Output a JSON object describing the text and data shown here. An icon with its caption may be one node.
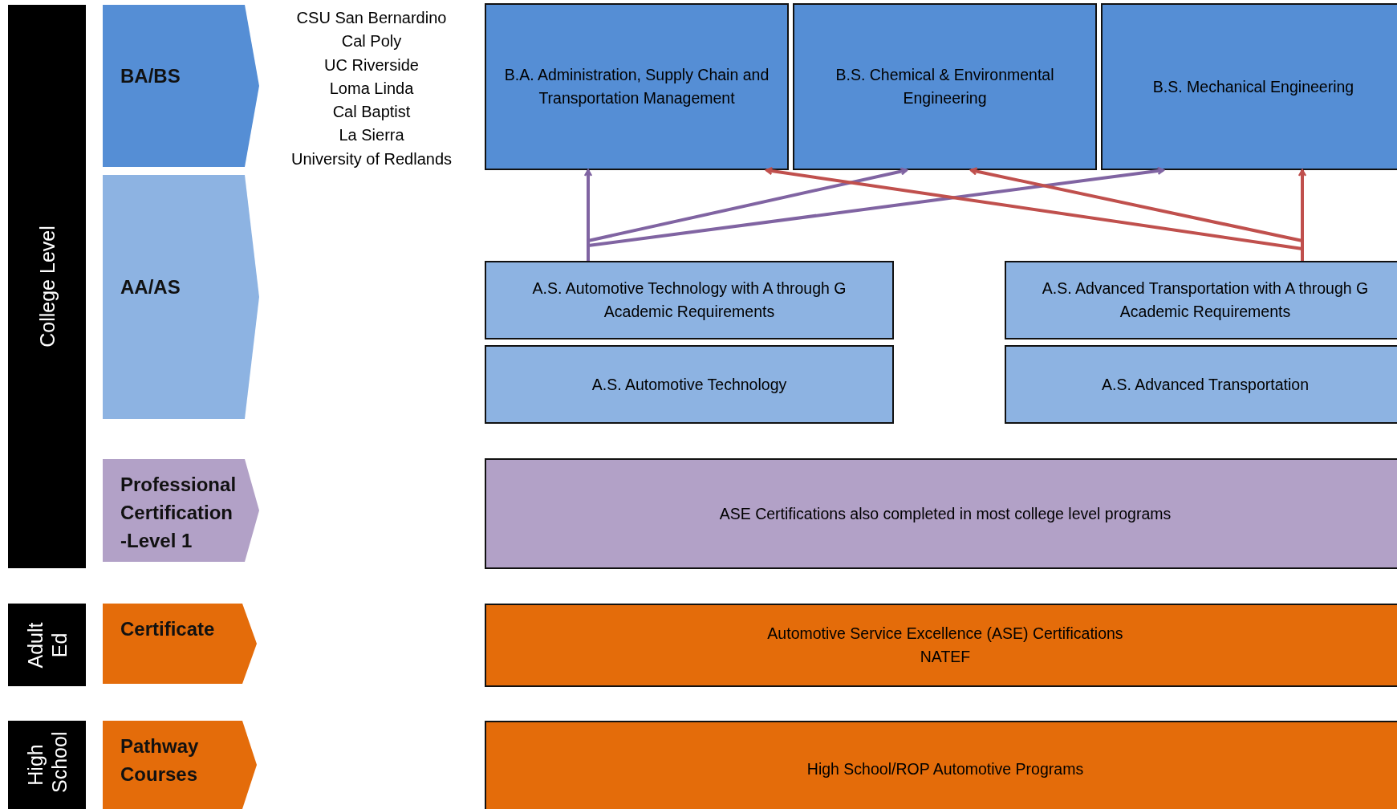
{
  "diagram": {
    "nodes": [
      {
        "text": [
          "College Level"
        ]
      },
      {
        "text": [
          "Adult Ed"
        ]
      },
      {
        "text": [
          "High School"
        ]
      },
      {
        "text": [
          "BA/BS"
        ]
      },
      {
        "text": [
          "AA/AS"
        ]
      },
      {
        "text": [
          "Professional Certification -Level 1"
        ]
      },
      {
        "text": [
          "Certificate"
        ]
      },
      {
        "text": [
          "Pathway Courses"
        ]
      },
      {
        "text": [
          "B.A. Administration, Supply Chain and Transportation Management"
        ]
      },
      {
        "text": [
          "B.S. Chemical & Environmental Engineering"
        ]
      },
      {
        "text": [
          "B.S. Mechanical Engineering"
        ]
      },
      {
        "text": [
          "A.S. Automotive Technology with A through G Academic Requirements"
        ]
      },
      {
        "text": [
          "A.S. Advanced Transportation with A through G Academic Requirements"
        ]
      },
      {
        "text": [
          "A.S. Automotive Technology"
        ]
      },
      {
        "text": [
          "A.S. Advanced Transportation"
        ]
      },
      {
        "text": [
          "ASE Certifications also completed in most college level programs"
        ]
      },
      {
        "text": [
          "Automotive Service Excellence (ASE) Certifications",
          "NATEF"
        ]
      },
      {
        "text": [
          "High School/ROP Automotive Programs"
        ]
      }
    ],
    "edges": [
      {
        "from": 11,
        "to": 8,
        "arrow": "to",
        "color": "#8064a2"
      },
      {
        "from": 11,
        "to": 9,
        "arrow": "to",
        "color": "#8064a2"
      },
      {
        "from": 11,
        "to": 10,
        "arrow": "to",
        "color": "#8064a2"
      },
      {
        "from": 12,
        "to": 10,
        "arrow": "to",
        "color": "#c0504d"
      },
      {
        "from": 12,
        "to": 9,
        "arrow": "to",
        "color": "#c0504d"
      },
      {
        "from": 12,
        "to": 8,
        "arrow": "to",
        "color": "#c0504d"
      }
    ],
    "labels": [
      "CSU San Bernardino",
      "Cal Poly",
      "UC Riverside",
      "Loma Linda",
      "Cal Baptist",
      "La Sierra",
      "University of Redlands"
    ]
  }
}
